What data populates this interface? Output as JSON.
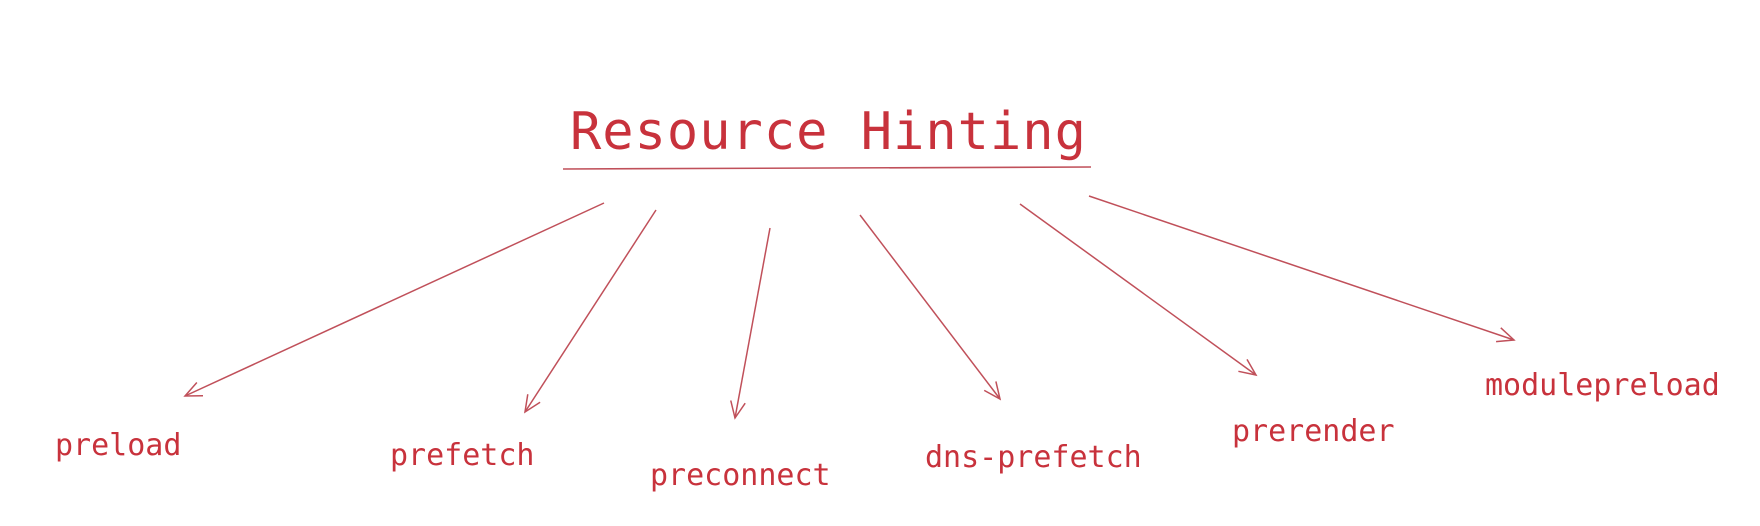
{
  "diagram": {
    "title": "Resource Hinting",
    "ink_color": "#c8323c",
    "line_color": "#c0505a",
    "nodes": [
      {
        "id": "preload",
        "label": "preload"
      },
      {
        "id": "prefetch",
        "label": "prefetch"
      },
      {
        "id": "preconnect",
        "label": "preconnect"
      },
      {
        "id": "dns-prefetch",
        "label": "dns-prefetch"
      },
      {
        "id": "prerender",
        "label": "prerender"
      },
      {
        "id": "modulepreload",
        "label": "modulepreload"
      }
    ],
    "edges": [
      {
        "from": "Resource Hinting",
        "to": "preload"
      },
      {
        "from": "Resource Hinting",
        "to": "prefetch"
      },
      {
        "from": "Resource Hinting",
        "to": "preconnect"
      },
      {
        "from": "Resource Hinting",
        "to": "dns-prefetch"
      },
      {
        "from": "Resource Hinting",
        "to": "prerender"
      },
      {
        "from": "Resource Hinting",
        "to": "modulepreload"
      }
    ]
  }
}
